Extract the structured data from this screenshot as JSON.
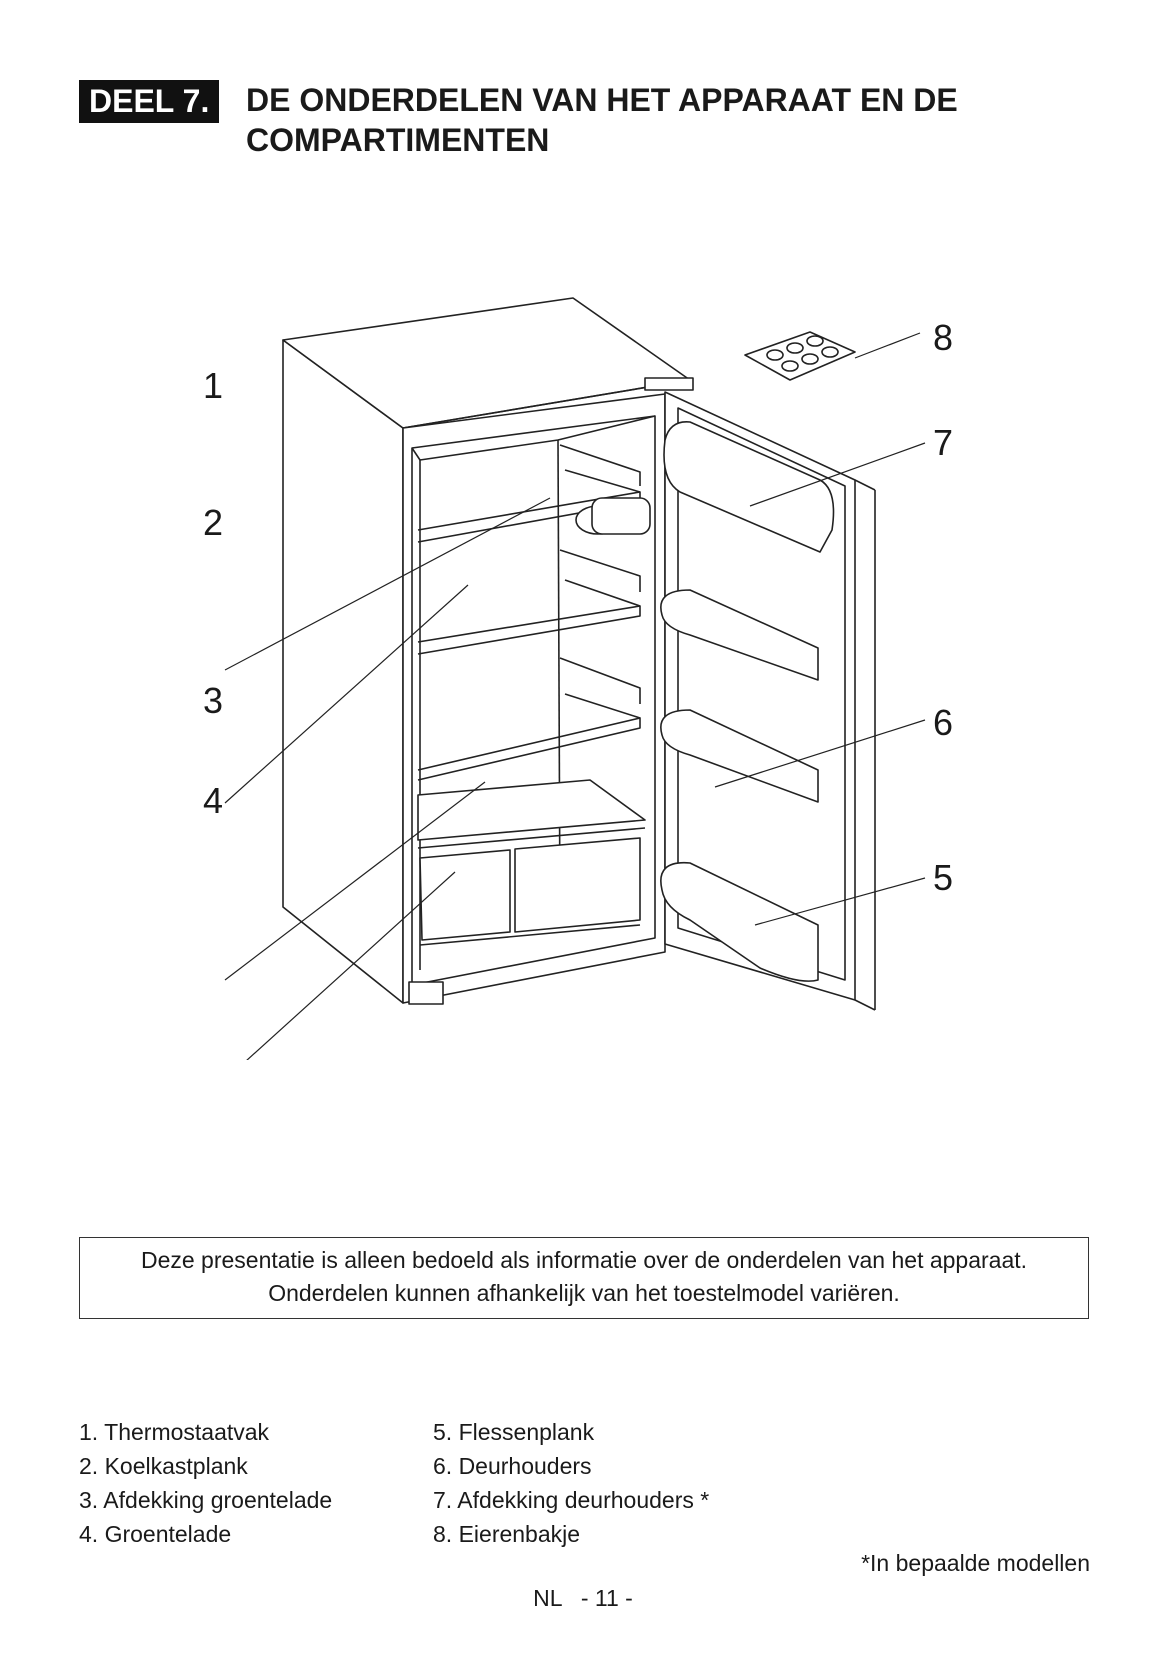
{
  "header": {
    "section_badge": "DEEL 7.",
    "title_line1": "DE ONDERDELEN VAN HET APPARAAT EN DE",
    "title_line2": "COMPARTIMENTEN"
  },
  "diagram": {
    "callouts": [
      "1",
      "2",
      "3",
      "4",
      "5",
      "6",
      "7",
      "8"
    ]
  },
  "note": {
    "line1": "Deze presentatie is alleen bedoeld als informatie over de onderdelen van het apparaat.",
    "line2": "Onderdelen kunnen afhankelijk van het toestelmodel variëren."
  },
  "legend": {
    "left": [
      "1. Thermostaatvak",
      "2. Koelkastplank",
      "3. Afdekking groentelade",
      "4. Groentelade"
    ],
    "right": [
      "5. Flessenplank",
      "6. Deurhouders",
      "7. Afdekking deurhouders *",
      "8. Eierenbakje"
    ]
  },
  "footnote": "*In bepaalde modellen",
  "page_number": "NL   - 11 -"
}
